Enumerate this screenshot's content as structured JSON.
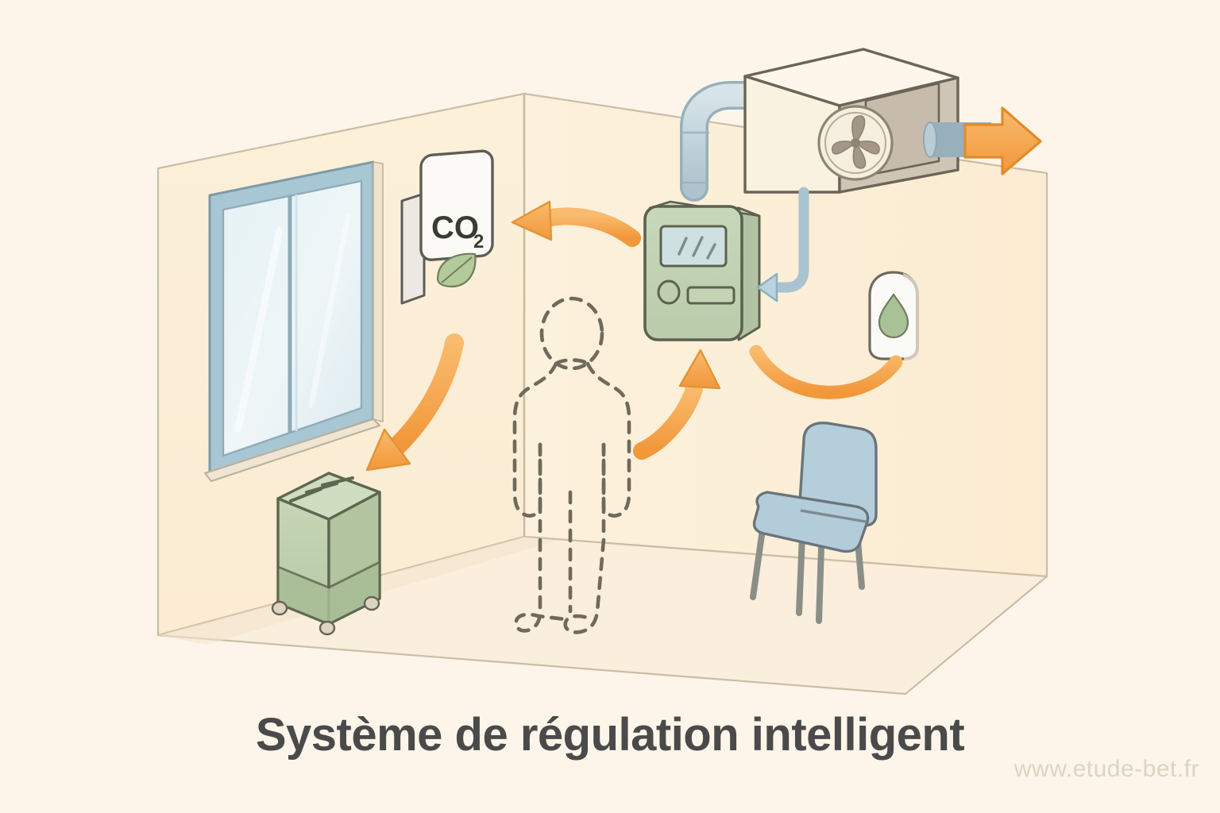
{
  "page": {
    "title": "Système de régulation intelligent",
    "watermark": "www.etude-bet.fr",
    "background_color": "#fdf5e9",
    "title_color": "#4a4a4a",
    "watermark_color": "#ddd3c3"
  },
  "illustration": {
    "description": "Coupe isométrique d'une pièce avec système de régulation intelligent de la qualité de l'air",
    "room": {
      "wall_color": "#fbeed6",
      "floor_color": "#fbeedc",
      "outline_color": "#cbbda6"
    },
    "elements": {
      "window": {
        "name": "Fenêtre",
        "frame_color": "#a8c7d4",
        "glass_color": "#dfeef2"
      },
      "co2_sensor": {
        "name": "Capteur CO2",
        "label": "CO",
        "subscript": "2",
        "icon": "leaf-icon",
        "body_color": "#fbfaf7",
        "leaf_color": "#b3ca9a",
        "outline_color": "#595954"
      },
      "humidity_sensor": {
        "name": "Capteur d'humidité",
        "icon": "water-droplet-icon",
        "body_color": "#fbfaf7",
        "droplet_color": "#a9c295",
        "outline_color": "#6e6a5e"
      },
      "controller": {
        "name": "Régulateur / thermostat",
        "body_color": "#c2d3b4",
        "screen_color": "#cfe0e2",
        "outline_color": "#5c6150",
        "screen_marks": 3,
        "knob": "round-knob",
        "button": "rectangular-button"
      },
      "air_handling_unit": {
        "name": "Centrale de traitement d'air (CTA)",
        "body_color": "#f7efdd",
        "side_color": "#cfc5b4",
        "fan_icon": "fan-icon",
        "outline_color": "#6d6458",
        "duct_color": "#c5d6dd",
        "outlet_arrow_color": "#f5a243"
      },
      "air_purifier": {
        "name": "Purificateur d'air",
        "body_color": "#bed0ae",
        "base_color": "#adc29c",
        "outline_color": "#5e6850",
        "vents": 3,
        "casters": 3
      },
      "chair": {
        "name": "Chaise",
        "seat_color": "#b5cedb",
        "outline_color": "#6a747b"
      },
      "person": {
        "name": "Occupant (silhouette)",
        "style": "dashed-outline",
        "outline_color": "#6f6a5b"
      }
    },
    "flows": [
      {
        "id": "controller-to-co2",
        "name": "Signal régulateur vers capteur CO2",
        "color": "#f5a243",
        "direction": "left",
        "style": "curved-arrow"
      },
      {
        "id": "co2-to-purifier",
        "name": "Commande capteur CO2 vers purificateur",
        "color": "#f5a243",
        "direction": "down-left",
        "style": "curved-arrow"
      },
      {
        "id": "person-to-controller",
        "name": "Présence occupant vers régulateur",
        "color": "#f5a243",
        "direction": "up-right",
        "style": "curved-arrow"
      },
      {
        "id": "controller-to-humidity",
        "name": "Liaison régulateur vers capteur d'humidité",
        "color": "#f5a243",
        "direction": "right",
        "style": "curved-line"
      },
      {
        "id": "ahu-to-controller",
        "name": "Retour CTA vers régulateur",
        "color": "#a9c4d1",
        "direction": "left",
        "style": "elbow-arrow"
      },
      {
        "id": "ahu-exhaust",
        "name": "Soufflage d'air de la CTA",
        "color": "#f5a243",
        "direction": "right",
        "style": "block-arrow"
      }
    ]
  }
}
